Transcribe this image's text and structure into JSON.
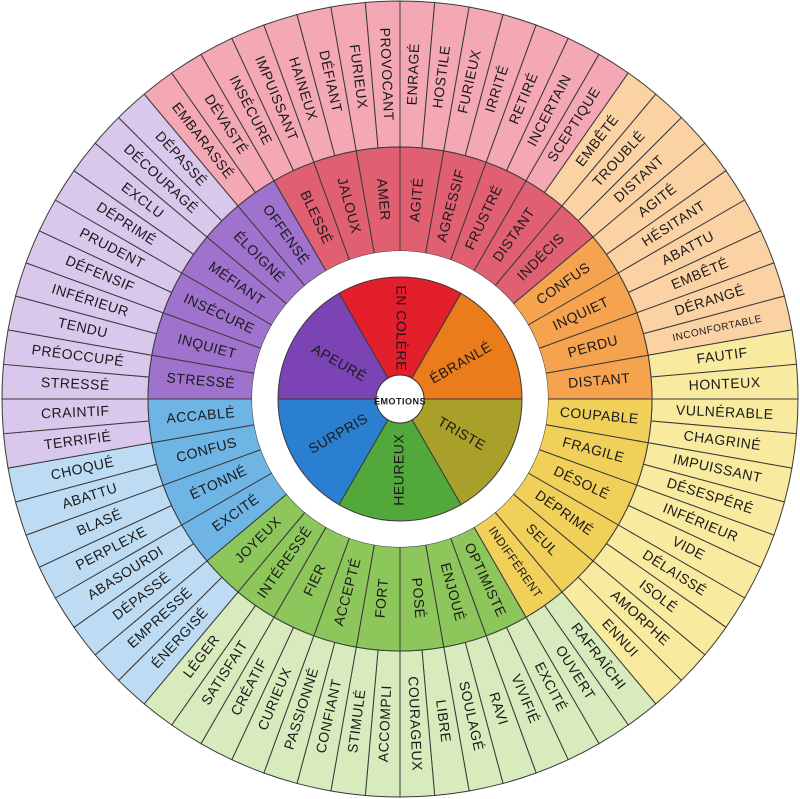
{
  "center": {
    "label": "ÉMOTIONS"
  },
  "core": [
    {
      "label": "EN COLÈRE",
      "color": "#e21f2a"
    },
    {
      "label": "ÉBRANLÉ",
      "color": "#ea7c1c"
    },
    {
      "label": "TRISTE",
      "color": "#a8a028"
    },
    {
      "label": "HEUREUX",
      "color": "#52a83a"
    },
    {
      "label": "SURPRIS",
      "color": "#2a7fd0"
    },
    {
      "label": "APEURÉ",
      "color": "#7c43b5"
    }
  ],
  "middle": [
    {
      "label": "AGITÉ",
      "color": "#e06072"
    },
    {
      "label": "AGRESSIF",
      "color": "#e06072"
    },
    {
      "label": "FRUSTRÉ",
      "color": "#e06072"
    },
    {
      "label": "DISTANT",
      "color": "#e06072"
    },
    {
      "label": "INDÉCIS",
      "color": "#e06072"
    },
    {
      "label": "CONFUS",
      "color": "#f5a34e"
    },
    {
      "label": "INQUIET",
      "color": "#f5a34e"
    },
    {
      "label": "PERDU",
      "color": "#f5a34e"
    },
    {
      "label": "DISTANT",
      "color": "#f5a34e"
    },
    {
      "label": "COUPABLE",
      "color": "#f1d05a"
    },
    {
      "label": "FRAGILE",
      "color": "#f1d05a"
    },
    {
      "label": "DÉSOLÉ",
      "color": "#f1d05a"
    },
    {
      "label": "DÉPRIMÉ",
      "color": "#f1d05a"
    },
    {
      "label": "SEUL",
      "color": "#f1d05a"
    },
    {
      "label": "INDIFFÉRENT",
      "color": "#f1d05a"
    },
    {
      "label": "OPTIMISTE",
      "color": "#8dc65a"
    },
    {
      "label": "ENJOUÉ",
      "color": "#8dc65a"
    },
    {
      "label": "POSÉ",
      "color": "#8dc65a"
    },
    {
      "label": "FORT",
      "color": "#8dc65a"
    },
    {
      "label": "ACCEPTÉ",
      "color": "#8dc65a"
    },
    {
      "label": "FIER",
      "color": "#8dc65a"
    },
    {
      "label": "INTÉRESSÉ",
      "color": "#8dc65a"
    },
    {
      "label": "JOYEUX",
      "color": "#8dc65a"
    },
    {
      "label": "EXCITÉ",
      "color": "#6eb5e6"
    },
    {
      "label": "ÉTONNÉ",
      "color": "#6eb5e6"
    },
    {
      "label": "CONFUS",
      "color": "#6eb5e6"
    },
    {
      "label": "ACCABLÉ",
      "color": "#6eb5e6"
    },
    {
      "label": "STRESSÉ",
      "color": "#9f72cd"
    },
    {
      "label": "INQUIET",
      "color": "#9f72cd"
    },
    {
      "label": "INSÉCURE",
      "color": "#9f72cd"
    },
    {
      "label": "MÉFIANT",
      "color": "#9f72cd"
    },
    {
      "label": "ÉLOIGNÉ",
      "color": "#9f72cd"
    },
    {
      "label": "OFFENSÉ",
      "color": "#9f72cd"
    },
    {
      "label": "BLESSÉ",
      "color": "#e06072"
    },
    {
      "label": "JALOUX",
      "color": "#e06072"
    },
    {
      "label": "AMER",
      "color": "#e06072"
    }
  ],
  "outer": [
    {
      "label": "ENRAGÉ",
      "color": "#f4a8b4"
    },
    {
      "label": "HOSTILE",
      "color": "#f4a8b4"
    },
    {
      "label": "FURIEUX",
      "color": "#f4a8b4"
    },
    {
      "label": "IRRITÉ",
      "color": "#f4a8b4"
    },
    {
      "label": "RETIRÉ",
      "color": "#f4a8b4"
    },
    {
      "label": "INCERTAIN",
      "color": "#f4a8b4"
    },
    {
      "label": "SCEPTIQUE",
      "color": "#f4a8b4"
    },
    {
      "label": "EMBÊTÉ",
      "color": "#fbd2a4"
    },
    {
      "label": "TROUBLÉ",
      "color": "#fbd2a4"
    },
    {
      "label": "DISTANT",
      "color": "#fbd2a4"
    },
    {
      "label": "AGITÉ",
      "color": "#fbd2a4"
    },
    {
      "label": "HÉSITANT",
      "color": "#fbd2a4"
    },
    {
      "label": "ABATTU",
      "color": "#fbd2a4"
    },
    {
      "label": "EMBÊTÉ",
      "color": "#fbd2a4"
    },
    {
      "label": "DÉRANGÉ",
      "color": "#fbd2a4"
    },
    {
      "label": "INCONFORTABLE",
      "color": "#fbd2a4"
    },
    {
      "label": "FAUTIF",
      "color": "#f8ea9e"
    },
    {
      "label": "HONTEUX",
      "color": "#f8ea9e"
    },
    {
      "label": "VULNÉRABLE",
      "color": "#f8ea9e"
    },
    {
      "label": "CHAGRINÉ",
      "color": "#f8ea9e"
    },
    {
      "label": "IMPUISSANT",
      "color": "#f8ea9e"
    },
    {
      "label": "DÉSESPÉRÉ",
      "color": "#f8ea9e"
    },
    {
      "label": "INFÉRIEUR",
      "color": "#f8ea9e"
    },
    {
      "label": "VIDE",
      "color": "#f8ea9e"
    },
    {
      "label": "DÉLAISSÉ",
      "color": "#f8ea9e"
    },
    {
      "label": "ISOLÉ",
      "color": "#f8ea9e"
    },
    {
      "label": "AMORPHE",
      "color": "#f8ea9e"
    },
    {
      "label": "ENNUI",
      "color": "#f8ea9e"
    },
    {
      "label": "RAFRAÎCHI",
      "color": "#d8ebbc"
    },
    {
      "label": "OUVERT",
      "color": "#d8ebbc"
    },
    {
      "label": "EXCITÉ",
      "color": "#d8ebbc"
    },
    {
      "label": "VIVIFIÉ",
      "color": "#d8ebbc"
    },
    {
      "label": "RAVI",
      "color": "#d8ebbc"
    },
    {
      "label": "SOULAGÉ",
      "color": "#d8ebbc"
    },
    {
      "label": "LIBRE",
      "color": "#d8ebbc"
    },
    {
      "label": "COURAGEUX",
      "color": "#d8ebbc"
    },
    {
      "label": "ACCOMPLI",
      "color": "#d8ebbc"
    },
    {
      "label": "STIMULÉ",
      "color": "#d8ebbc"
    },
    {
      "label": "CONFIANT",
      "color": "#d8ebbc"
    },
    {
      "label": "PASSIONNÉ",
      "color": "#d8ebbc"
    },
    {
      "label": "CURIEUX",
      "color": "#d8ebbc"
    },
    {
      "label": "CRÉATIF",
      "color": "#d8ebbc"
    },
    {
      "label": "SATISFAIT",
      "color": "#d8ebbc"
    },
    {
      "label": "LÉGER",
      "color": "#d8ebbc"
    },
    {
      "label": "ÉNERGISÉ",
      "color": "#bddcf3"
    },
    {
      "label": "EMPRESSÉ",
      "color": "#bddcf3"
    },
    {
      "label": "DÉPASSÉ",
      "color": "#bddcf3"
    },
    {
      "label": "ABASOURDI",
      "color": "#bddcf3"
    },
    {
      "label": "PERPLEXE",
      "color": "#bddcf3"
    },
    {
      "label": "BLASÉ",
      "color": "#bddcf3"
    },
    {
      "label": "ABATTU",
      "color": "#bddcf3"
    },
    {
      "label": "CHOQUÉ",
      "color": "#bddcf3"
    },
    {
      "label": "TERRIFIÉ",
      "color": "#dac8ec"
    },
    {
      "label": "CRAINTIF",
      "color": "#dac8ec"
    },
    {
      "label": "STRESSÉ",
      "color": "#dac8ec"
    },
    {
      "label": "PRÉOCCUPÉ",
      "color": "#dac8ec"
    },
    {
      "label": "TENDU",
      "color": "#dac8ec"
    },
    {
      "label": "INFÉRIEUR",
      "color": "#dac8ec"
    },
    {
      "label": "DÉFENSIF",
      "color": "#dac8ec"
    },
    {
      "label": "PRUDENT",
      "color": "#dac8ec"
    },
    {
      "label": "DÉPRIMÉ",
      "color": "#dac8ec"
    },
    {
      "label": "EXCLU",
      "color": "#dac8ec"
    },
    {
      "label": "DÉCOURAGÉ",
      "color": "#dac8ec"
    },
    {
      "label": "DÉPASSÉ",
      "color": "#dac8ec"
    },
    {
      "label": "EMBARASSÉ",
      "color": "#f4a8b4"
    },
    {
      "label": "DÉVASTÉ",
      "color": "#f4a8b4"
    },
    {
      "label": "INSÉCURE",
      "color": "#f4a8b4"
    },
    {
      "label": "IMPUISSANT",
      "color": "#f4a8b4"
    },
    {
      "label": "HAINEUX",
      "color": "#f4a8b4"
    },
    {
      "label": "DÉFIANT",
      "color": "#f4a8b4"
    },
    {
      "label": "FURIEUX",
      "color": "#f4a8b4"
    },
    {
      "label": "PROVOCANT",
      "color": "#f4a8b4"
    }
  ]
}
